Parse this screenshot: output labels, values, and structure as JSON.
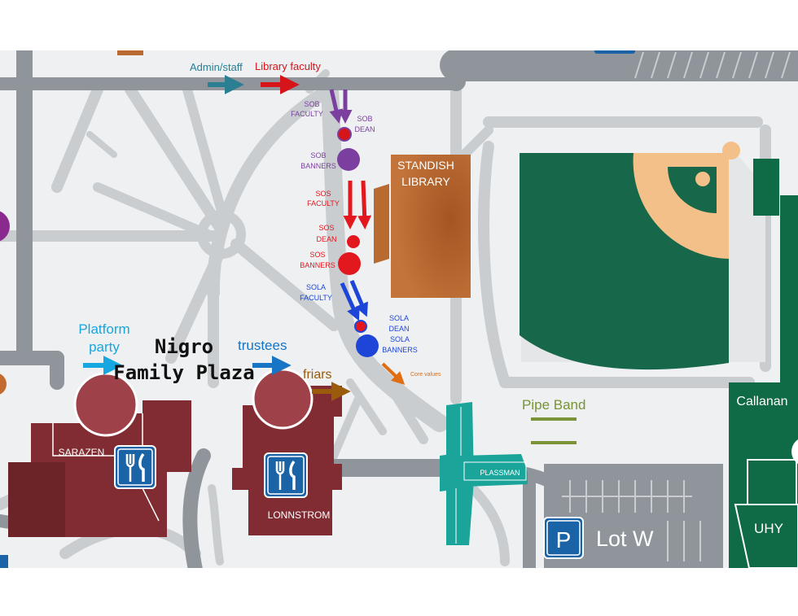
{
  "colors": {
    "road": "#8f959a",
    "path": "#c9cdd0",
    "plaza_bg": "#eef0f1",
    "building_maroon": "#812c32",
    "building_maroon_light": "#9e4148",
    "library": "#b86a30",
    "field_green": "#17684a",
    "infield": "#f2c088",
    "teal": "#1aa49a",
    "green_building": "#0e6b45",
    "parking_blue": "#1a63a6",
    "admin_staff": "#2a7f93",
    "library_faculty": "#d6151b",
    "sob": "#7b3fa0",
    "sos": "#e3181f",
    "sola": "#1d46d8",
    "trustees": "#1874c4",
    "platform": "#16a7e0",
    "friars": "#9a5b0c",
    "core_values": "#e06d12",
    "pipe_band": "#789436"
  },
  "labels": {
    "admin_staff": "Admin/staff",
    "library_faculty": "Library faculty",
    "sob_faculty_1": "SOB",
    "sob_faculty_2": "FACULTY",
    "sob_dean_1": "SOB",
    "sob_dean_2": "DEAN",
    "sob_banners_1": "SOB",
    "sob_banners_2": "BANNERS",
    "sos_faculty_1": "SOS",
    "sos_faculty_2": "FACULTY",
    "sos_dean_1": "SOS",
    "sos_dean_2": "DEAN",
    "sos_banners_1": "SOS",
    "sos_banners_2": "BANNERS",
    "sola_faculty_1": "SOLA",
    "sola_faculty_2": "FACULTY",
    "sola_dean_1": "SOLA",
    "sola_dean_2": "DEAN",
    "sola_banners_1": "SOLA",
    "sola_banners_2": "BANNERS",
    "core_values": "Core values",
    "platform_party_1": "Platform",
    "platform_party_2": "party",
    "plaza_1": "Nigro",
    "plaza_2": "Family Plaza",
    "trustees": "trustees",
    "friars": "friars",
    "pipe_band": "Pipe Band"
  },
  "buildings": {
    "standish_1": "STANDISH",
    "standish_2": "LIBRARY",
    "sarazen": "SARAZEN",
    "lonnstrom": "LONNSTROM",
    "plassman": "PLASSMAN",
    "callanan": "Callanan",
    "uhy": "UHY"
  },
  "parking": {
    "icon": "P",
    "lot": "Lot W"
  },
  "icons": [
    "dining-icon",
    "parking-icon",
    "arrow-icon"
  ]
}
